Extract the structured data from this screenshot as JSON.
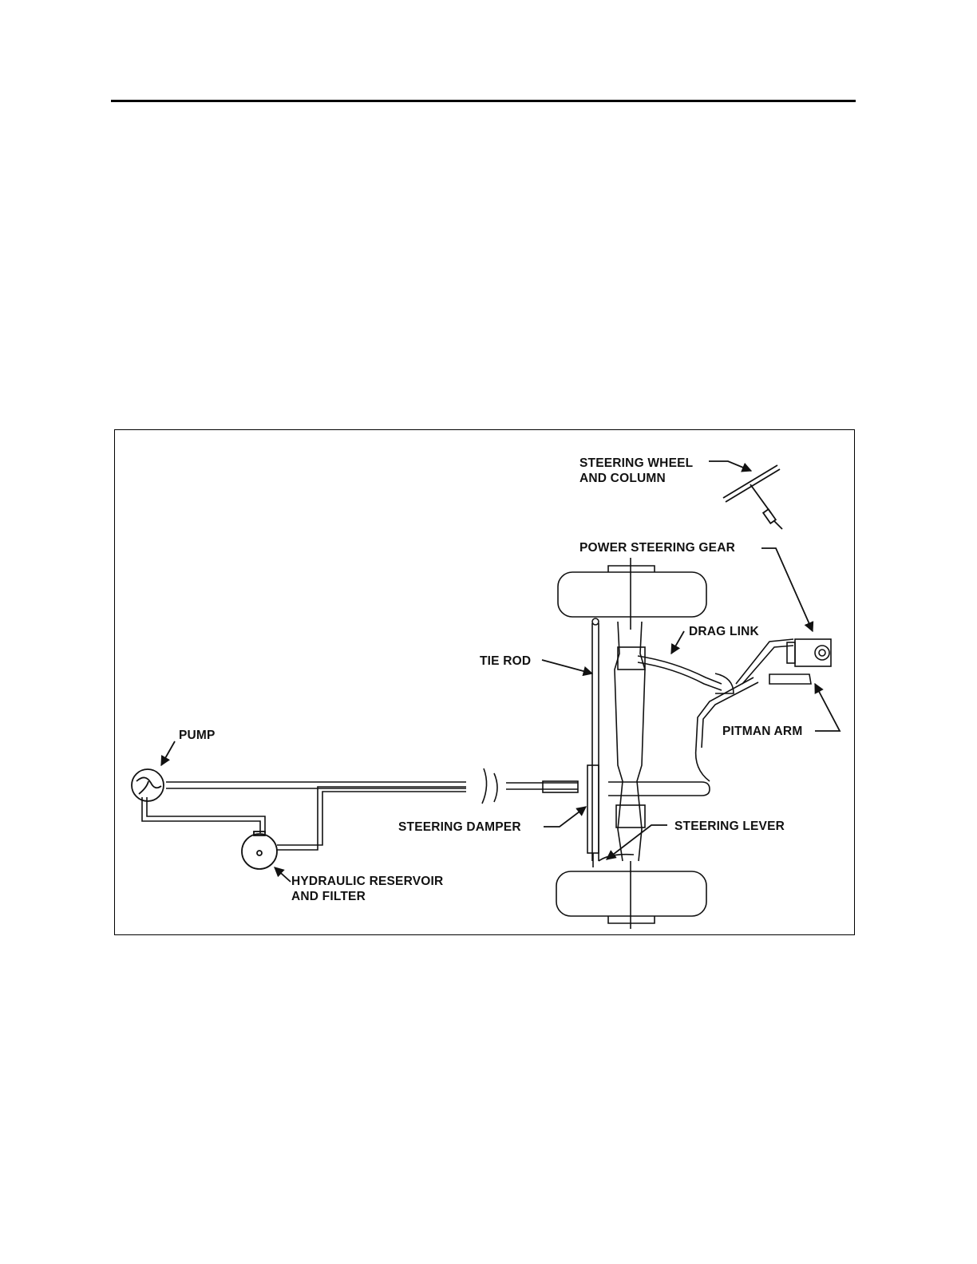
{
  "labels": {
    "steering_wheel": [
      "STEERING WHEEL",
      "AND COLUMN"
    ],
    "power_steering_gear": "POWER STEERING GEAR",
    "drag_link": "DRAG LINK",
    "tie_rod": "TIE ROD",
    "pitman_arm": "PITMAN ARM",
    "pump": "PUMP",
    "steering_damper": "STEERING DAMPER",
    "steering_lever": "STEERING LEVER",
    "reservoir": [
      "HYDRAULIC RESERVOIR",
      "AND FILTER"
    ]
  },
  "colors": {
    "ink": "#111111",
    "background": "#ffffff"
  }
}
